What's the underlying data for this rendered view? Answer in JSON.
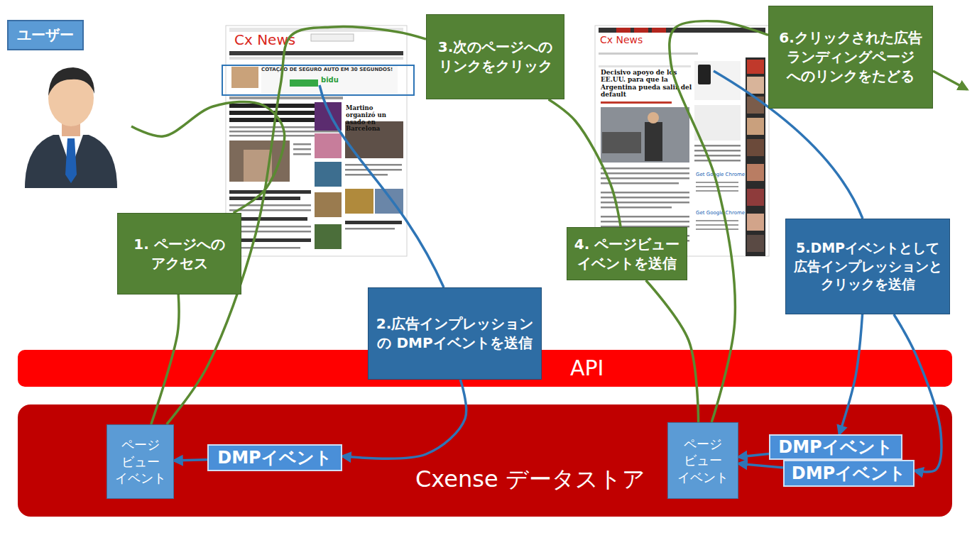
{
  "diagram": {
    "nodes": [
      {
        "text": [
          "ユーザー"
        ]
      },
      {
        "text": [
          "1. ページへの アクセス"
        ]
      },
      {
        "text": [
          "2.広告インプレッション の DMPイベントを送信"
        ]
      },
      {
        "text": [
          "3.次のページへの リンクをクリック"
        ]
      },
      {
        "text": [
          "4. ページビュー イベントを送信"
        ]
      },
      {
        "text": [
          "5.DMPイベントとして 広告インプレッションと クリックを送信"
        ]
      },
      {
        "text": [
          "6.クリックされた広告 ランディングページ へのリンクをたどる"
        ]
      },
      {
        "text": [
          "API"
        ]
      },
      {
        "text": [
          "Cxense データストア"
        ]
      },
      {
        "text": [
          "ページ ビュー イベント"
        ],
        "in": 8
      },
      {
        "text": [
          "DMPイベント"
        ],
        "in": 8
      },
      {
        "text": [
          "ページ ビュー イベント"
        ],
        "in": 8
      },
      {
        "text": [
          "DMPイベント"
        ],
        "in": 8
      },
      {
        "text": [
          "DMPイベント"
        ],
        "in": 8
      }
    ],
    "edges": [
      {
        "from": 0,
        "to": 1,
        "arrow": "none"
      },
      {
        "from": 1,
        "to": 9,
        "arrow": "none"
      },
      {
        "from": 2,
        "to": 10,
        "arrow": "to"
      },
      {
        "from": 10,
        "to": 9,
        "arrow": "to"
      },
      {
        "from": 9,
        "to": 3,
        "arrow": "none"
      },
      {
        "from": 3,
        "to": 4,
        "arrow": "none"
      },
      {
        "from": 4,
        "to": 11,
        "arrow": "none"
      },
      {
        "from": 11,
        "to": 6,
        "arrow": "none"
      },
      {
        "from": 5,
        "to": 12,
        "arrow": "to"
      },
      {
        "from": 5,
        "to": 13,
        "arrow": "to"
      },
      {
        "from": 12,
        "to": 11,
        "arrow": "to"
      },
      {
        "from": 13,
        "to": 11,
        "arrow": "to"
      }
    ],
    "labels": [
      "Cx News",
      "COTAÇÃO DE SEGURO AUTO EM 30 SEGUNDOS!",
      "bidu",
      "Martino organizó un asado en Barcelona",
      "Cx News",
      "Decisivo apoyo de los EE.UU. para que la Argentina pueda salir del default",
      "Get Google Chrome",
      "Get Google Chrome"
    ]
  }
}
